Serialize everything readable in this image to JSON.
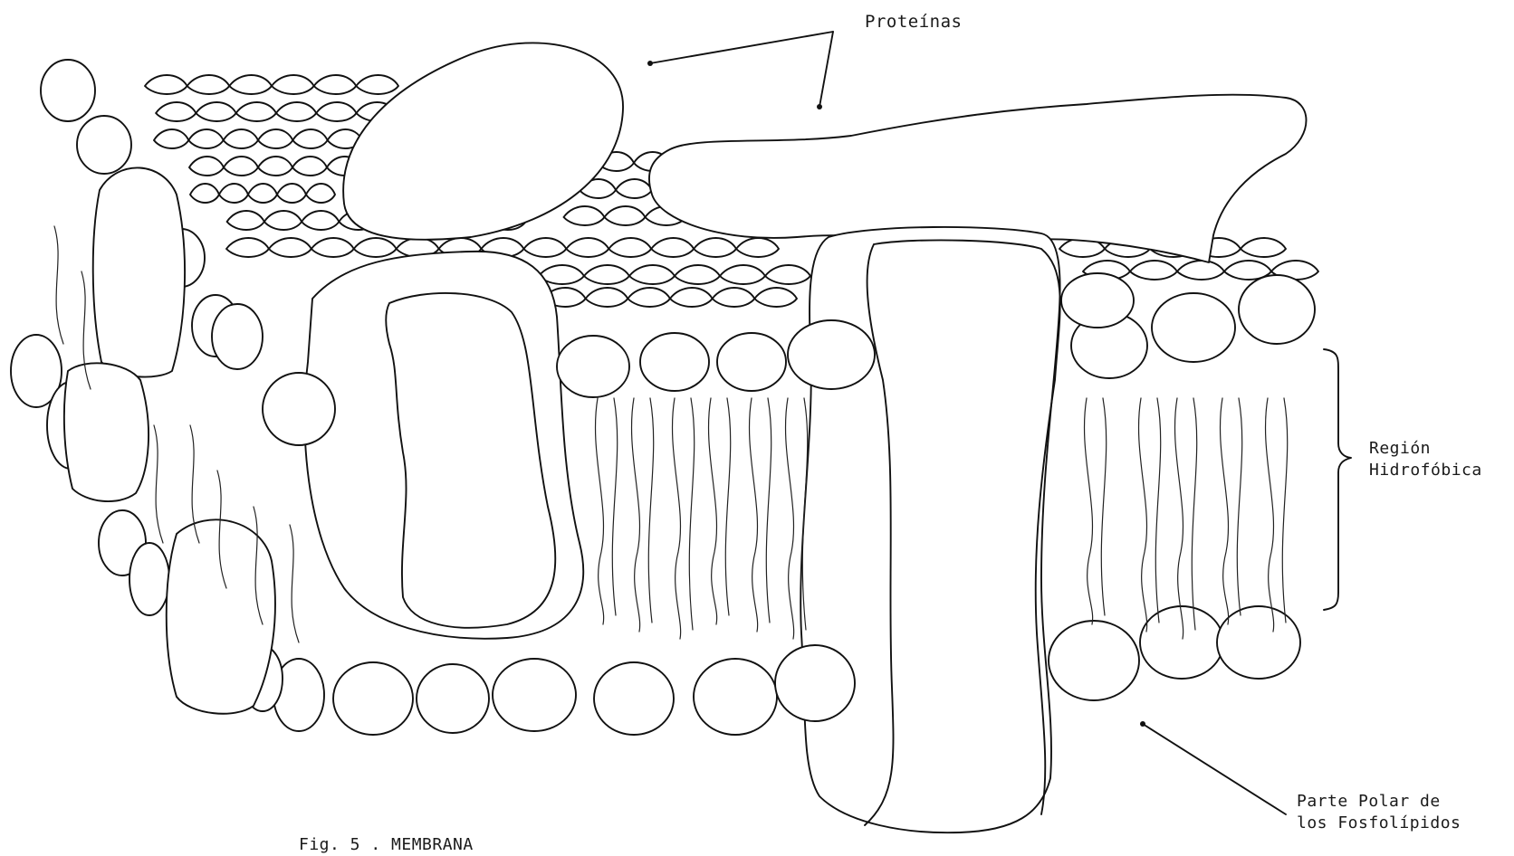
{
  "labels": {
    "proteins": "Proteínas",
    "hydrophobic_line1": "Región",
    "hydrophobic_line2": "Hidrofóbica",
    "polar_line1": "Parte Polar de",
    "polar_line2": "los Fosfolípidos",
    "caption": "Fig. 5 . MEMBRANA"
  },
  "colors": {
    "ink": "#111111",
    "background": "#ffffff"
  }
}
